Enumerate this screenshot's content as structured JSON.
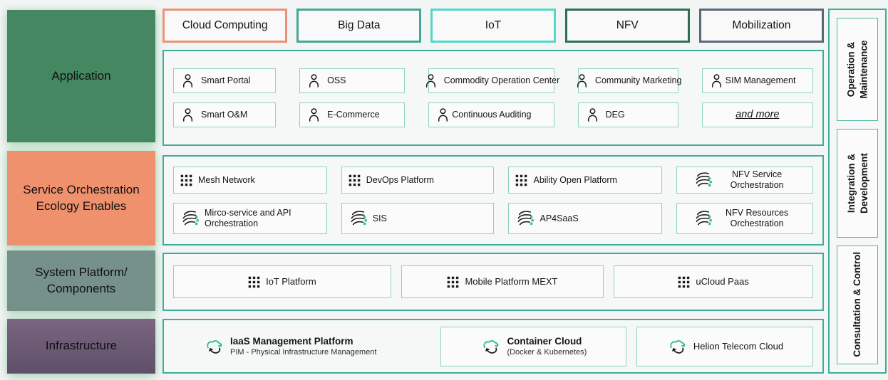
{
  "tabs": [
    {
      "label": "Cloud Computing",
      "border_color": "#eb9278"
    },
    {
      "label": "Big Data",
      "border_color": "#46a795"
    },
    {
      "label": "IoT",
      "border_color": "#54d7c7"
    },
    {
      "label": "NFV",
      "border_color": "#2f6e54"
    },
    {
      "label": "Mobilization",
      "border_color": "#5a6876"
    }
  ],
  "layers": [
    {
      "label": "Application",
      "color": "#458760"
    },
    {
      "label": "Service Orchestration Ecology Enables",
      "color": "#f0916e"
    },
    {
      "label": "System Platform/ Components",
      "color": "#75918a"
    },
    {
      "label": "Infrastructure",
      "color": "#6b5a73"
    }
  ],
  "application": {
    "items": [
      {
        "label": "Smart Portal",
        "icon": "person-icon"
      },
      {
        "label": "OSS",
        "icon": "person-icon"
      },
      {
        "label": "Commodity Operation Center",
        "icon": "person-icon"
      },
      {
        "label": "Community Marketing",
        "icon": "person-icon"
      },
      {
        "label": "SIM Management",
        "icon": "person-icon"
      },
      {
        "label": "Smart O&M",
        "icon": "person-icon"
      },
      {
        "label": "E-Commerce",
        "icon": "person-icon"
      },
      {
        "label": "Continuous Auditing",
        "icon": "person-icon"
      },
      {
        "label": "DEG",
        "icon": "person-icon"
      },
      {
        "label": "and more",
        "icon": ""
      }
    ]
  },
  "service_orchestration": {
    "items": [
      {
        "label": "Mesh Network",
        "icon": "grid-icon"
      },
      {
        "label": "DevOps Platform",
        "icon": "grid-icon"
      },
      {
        "label": "Ability Open Platform",
        "icon": "grid-icon"
      },
      {
        "label": "NFV Service Orchestration",
        "icon": "orchestration-icon"
      },
      {
        "label": "Mirco-service and API Orchestration",
        "icon": "orchestration-icon"
      },
      {
        "label": "SIS",
        "icon": "orchestration-icon"
      },
      {
        "label": "AP4SaaS",
        "icon": "orchestration-icon"
      },
      {
        "label": "NFV Resources Orchestration",
        "icon": "orchestration-icon"
      }
    ]
  },
  "system_platform": {
    "items": [
      {
        "label": "IoT Platform",
        "icon": "grid-icon"
      },
      {
        "label": "Mobile Platform MEXT",
        "icon": "grid-icon"
      },
      {
        "label": "uCloud Paas",
        "icon": "grid-icon"
      }
    ]
  },
  "infrastructure": {
    "items": [
      {
        "label": "IaaS Management Platform",
        "sublabel": "PIM - Physical Infrastructure Management",
        "icon": "cloud-sync-icon"
      },
      {
        "label": "Container Cloud",
        "sublabel": "(Docker & Kubernetes)",
        "icon": "cloud-sync-icon"
      },
      {
        "label": "Helion Telecom Cloud",
        "sublabel": "",
        "icon": "cloud-sync-icon"
      }
    ]
  },
  "right_panel": {
    "items": [
      {
        "line1": "Operation &",
        "line2": "Maintenance"
      },
      {
        "line1": "Integration &",
        "line2": "Development"
      },
      {
        "line1": "Consultation & Control",
        "line2": ""
      }
    ]
  },
  "colors": {
    "container_border": "#3fae96",
    "item_border": "#8fd2c3",
    "icon_green": "#2ebd85",
    "background": "#f3f5f4"
  }
}
